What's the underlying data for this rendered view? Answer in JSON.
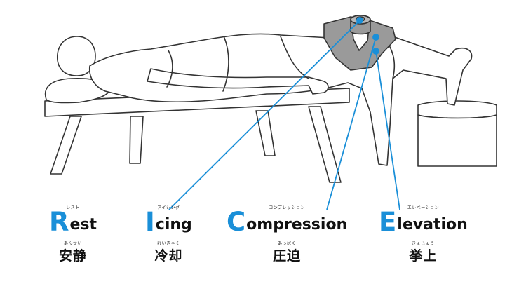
{
  "terms": [
    {
      "letter": "R",
      "rest": "est",
      "ruby": "レスト",
      "ja_ruby": "あんせい",
      "ja": "安静"
    },
    {
      "letter": "I",
      "rest": "cing",
      "ruby": "アイシング",
      "ja_ruby": "れいきゃく",
      "ja": "冷却"
    },
    {
      "letter": "C",
      "rest": "ompression",
      "ruby": "コンプレッション",
      "ja_ruby": "あっぱく",
      "ja": "圧迫"
    },
    {
      "letter": "E",
      "rest": "levation",
      "ruby": "エレベーション",
      "ja_ruby": "きょじょう",
      "ja": "挙上"
    }
  ],
  "colors": {
    "accent": "#1a8fd8",
    "wrap": "#9a9a9a",
    "outline": "#333333"
  }
}
